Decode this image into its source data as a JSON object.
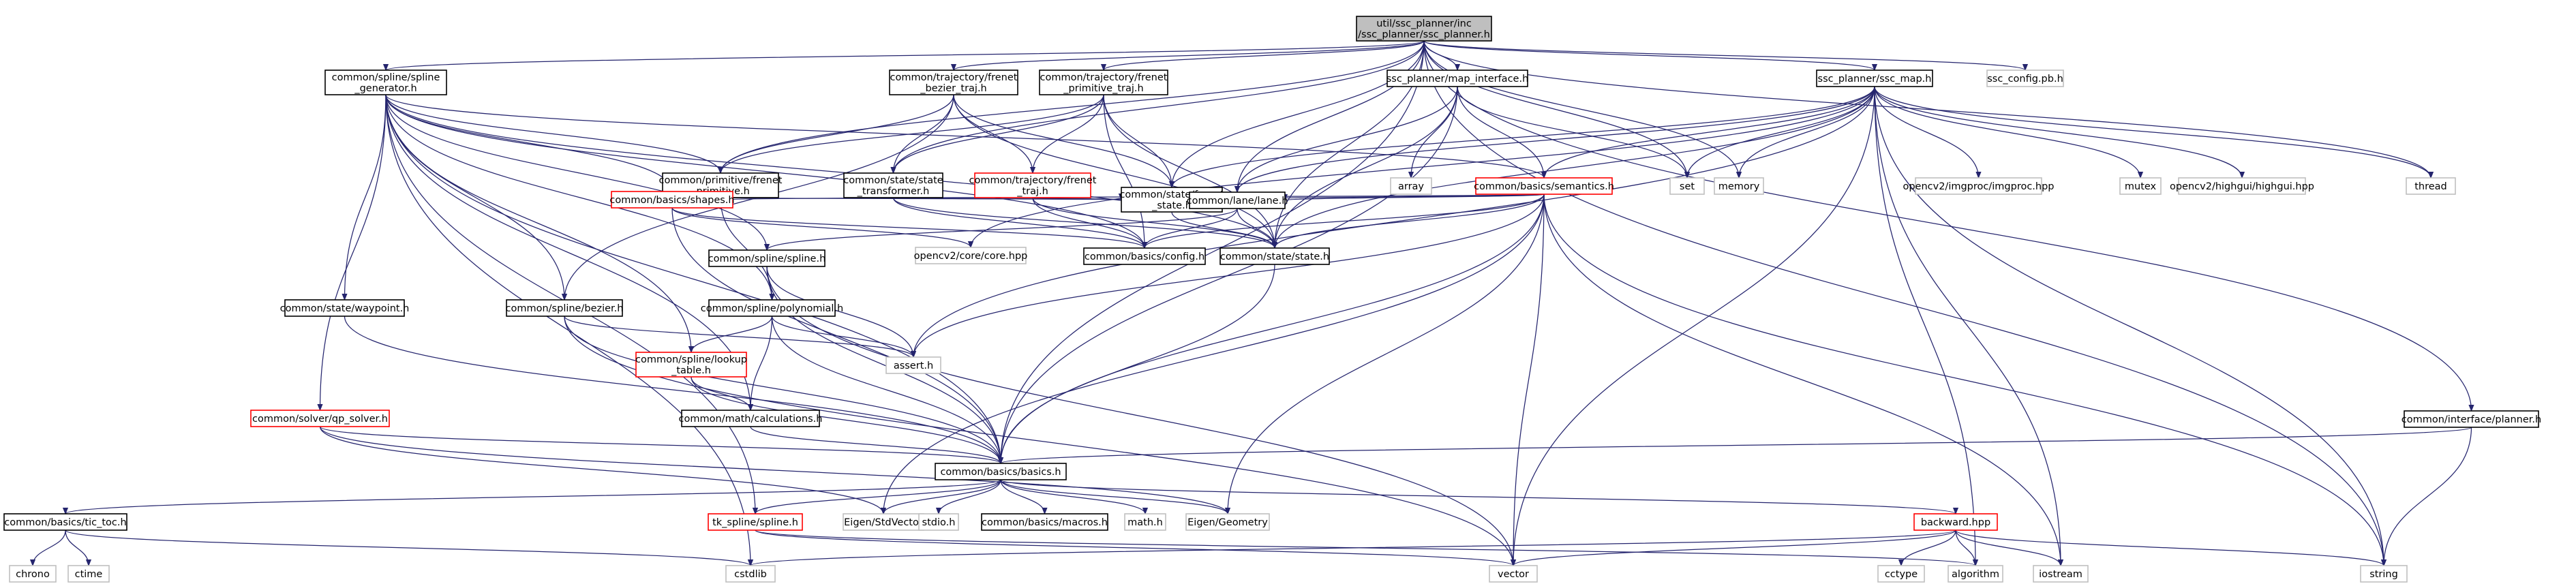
{
  "graph": {
    "root": "util/ssc_planner/inc/ssc_planner/ssc_planner.h",
    "nodes": [
      {
        "id": "root",
        "lines": [
          "util/ssc_planner/inc",
          "/ssc_planner/ssc_planner.h"
        ],
        "style": "root"
      },
      {
        "id": "spline_gen",
        "lines": [
          "common/spline/spline",
          "_generator.h"
        ],
        "style": "normal"
      },
      {
        "id": "frenet_bezier",
        "lines": [
          "common/trajectory/frenet",
          "_bezier_traj.h"
        ],
        "style": "normal"
      },
      {
        "id": "frenet_prim_traj",
        "lines": [
          "common/trajectory/frenet",
          "_primitive_traj.h"
        ],
        "style": "normal"
      },
      {
        "id": "map_interface",
        "lines": [
          "ssc_planner/map_interface.h"
        ],
        "style": "normal"
      },
      {
        "id": "ssc_map",
        "lines": [
          "ssc_planner/ssc_map.h"
        ],
        "style": "normal"
      },
      {
        "id": "ssc_config",
        "lines": [
          "ssc_config.pb.h"
        ],
        "style": "leaf"
      },
      {
        "id": "frenet_prim",
        "lines": [
          "common/primitive/frenet",
          "_primitive.h"
        ],
        "style": "normal"
      },
      {
        "id": "state_transformer",
        "lines": [
          "common/state/state",
          "_transformer.h"
        ],
        "style": "normal"
      },
      {
        "id": "frenet_traj",
        "lines": [
          "common/trajectory/frenet",
          "_traj.h"
        ],
        "style": "missing"
      },
      {
        "id": "semantics",
        "lines": [
          "common/basics/semantics.h"
        ],
        "style": "missing"
      },
      {
        "id": "array",
        "lines": [
          "array"
        ],
        "style": "leaf"
      },
      {
        "id": "set",
        "lines": [
          "set"
        ],
        "style": "leaf"
      },
      {
        "id": "memory",
        "lines": [
          "memory"
        ],
        "style": "leaf"
      },
      {
        "id": "imgproc",
        "lines": [
          "opencv2/imgproc/imgproc.hpp"
        ],
        "style": "leaf"
      },
      {
        "id": "mutex",
        "lines": [
          "mutex"
        ],
        "style": "leaf"
      },
      {
        "id": "highgui",
        "lines": [
          "opencv2/highgui/highgui.hpp"
        ],
        "style": "leaf"
      },
      {
        "id": "thread",
        "lines": [
          "thread"
        ],
        "style": "leaf"
      },
      {
        "id": "shapes",
        "lines": [
          "common/basics/shapes.h"
        ],
        "style": "missing"
      },
      {
        "id": "frenet_state",
        "lines": [
          "common/state/frenet",
          "_state.h"
        ],
        "style": "normal"
      },
      {
        "id": "lane",
        "lines": [
          "common/lane/lane.h"
        ],
        "style": "normal"
      },
      {
        "id": "spline",
        "lines": [
          "common/spline/spline.h"
        ],
        "style": "normal"
      },
      {
        "id": "opencv_core",
        "lines": [
          "opencv2/core/core.hpp"
        ],
        "style": "leaf"
      },
      {
        "id": "config",
        "lines": [
          "common/basics/config.h"
        ],
        "style": "normal"
      },
      {
        "id": "state",
        "lines": [
          "common/state/state.h"
        ],
        "style": "normal"
      },
      {
        "id": "waypoint",
        "lines": [
          "common/state/waypoint.h"
        ],
        "style": "normal"
      },
      {
        "id": "bezier",
        "lines": [
          "common/spline/bezier.h"
        ],
        "style": "normal"
      },
      {
        "id": "polynomial",
        "lines": [
          "common/spline/polynomial.h"
        ],
        "style": "normal"
      },
      {
        "id": "lookup",
        "lines": [
          "common/spline/lookup",
          "_table.h"
        ],
        "style": "missing"
      },
      {
        "id": "assert",
        "lines": [
          "assert.h"
        ],
        "style": "leaf"
      },
      {
        "id": "qp_solver",
        "lines": [
          "common/solver/qp_solver.h"
        ],
        "style": "missing"
      },
      {
        "id": "calculations",
        "lines": [
          "common/math/calculations.h"
        ],
        "style": "normal"
      },
      {
        "id": "planner",
        "lines": [
          "common/interface/planner.h"
        ],
        "style": "normal"
      },
      {
        "id": "basics",
        "lines": [
          "common/basics/basics.h"
        ],
        "style": "normal"
      },
      {
        "id": "tic_toc",
        "lines": [
          "common/basics/tic_toc.h"
        ],
        "style": "normal"
      },
      {
        "id": "tk_spline",
        "lines": [
          "tk_spline/spline.h"
        ],
        "style": "missing"
      },
      {
        "id": "eigen_stdvector",
        "lines": [
          "Eigen/StdVector"
        ],
        "style": "leaf"
      },
      {
        "id": "stdio",
        "lines": [
          "stdio.h"
        ],
        "style": "leaf"
      },
      {
        "id": "macros",
        "lines": [
          "common/basics/macros.h"
        ],
        "style": "normal"
      },
      {
        "id": "math",
        "lines": [
          "math.h"
        ],
        "style": "leaf"
      },
      {
        "id": "eigen_geometry",
        "lines": [
          "Eigen/Geometry"
        ],
        "style": "leaf"
      },
      {
        "id": "backward",
        "lines": [
          "backward.hpp"
        ],
        "style": "missing"
      },
      {
        "id": "chrono",
        "lines": [
          "chrono"
        ],
        "style": "leaf"
      },
      {
        "id": "ctime",
        "lines": [
          "ctime"
        ],
        "style": "leaf"
      },
      {
        "id": "cstdlib",
        "lines": [
          "cstdlib"
        ],
        "style": "leaf"
      },
      {
        "id": "vector",
        "lines": [
          "vector"
        ],
        "style": "leaf"
      },
      {
        "id": "cctype",
        "lines": [
          "cctype"
        ],
        "style": "leaf"
      },
      {
        "id": "algorithm",
        "lines": [
          "algorithm"
        ],
        "style": "leaf"
      },
      {
        "id": "iostream",
        "lines": [
          "iostream"
        ],
        "style": "leaf"
      },
      {
        "id": "string",
        "lines": [
          "string"
        ],
        "style": "leaf"
      }
    ],
    "edges": [
      [
        "root",
        "spline_gen"
      ],
      [
        "root",
        "frenet_bezier"
      ],
      [
        "root",
        "frenet_prim_traj"
      ],
      [
        "root",
        "map_interface"
      ],
      [
        "root",
        "ssc_map"
      ],
      [
        "root",
        "ssc_config"
      ],
      [
        "root",
        "frenet_prim"
      ],
      [
        "root",
        "state_transformer"
      ],
      [
        "root",
        "frenet_state"
      ],
      [
        "root",
        "lane"
      ],
      [
        "root",
        "state"
      ],
      [
        "root",
        "basics"
      ],
      [
        "root",
        "set"
      ],
      [
        "root",
        "memory"
      ],
      [
        "root",
        "thread"
      ],
      [
        "root",
        "string"
      ],
      [
        "root",
        "planner"
      ],
      [
        "spline_gen",
        "frenet_prim"
      ],
      [
        "spline_gen",
        "shapes"
      ],
      [
        "spline_gen",
        "spline"
      ],
      [
        "spline_gen",
        "waypoint"
      ],
      [
        "spline_gen",
        "bezier"
      ],
      [
        "spline_gen",
        "polynomial"
      ],
      [
        "spline_gen",
        "lookup"
      ],
      [
        "spline_gen",
        "qp_solver"
      ],
      [
        "spline_gen",
        "calculations"
      ],
      [
        "spline_gen",
        "basics"
      ],
      [
        "spline_gen",
        "tk_spline"
      ],
      [
        "spline_gen",
        "cstdlib"
      ],
      [
        "spline_gen",
        "semantics"
      ],
      [
        "spline_gen",
        "state"
      ],
      [
        "spline_gen",
        "config"
      ],
      [
        "frenet_bezier",
        "frenet_prim"
      ],
      [
        "frenet_bezier",
        "state_transformer"
      ],
      [
        "frenet_bezier",
        "frenet_traj"
      ],
      [
        "frenet_bezier",
        "frenet_state"
      ],
      [
        "frenet_bezier",
        "state"
      ],
      [
        "frenet_bezier",
        "bezier"
      ],
      [
        "frenet_prim_traj",
        "frenet_prim"
      ],
      [
        "frenet_prim_traj",
        "state_transformer"
      ],
      [
        "frenet_prim_traj",
        "frenet_traj"
      ],
      [
        "frenet_prim_traj",
        "frenet_state"
      ],
      [
        "frenet_prim_traj",
        "state"
      ],
      [
        "frenet_prim_traj",
        "config"
      ],
      [
        "map_interface",
        "semantics"
      ],
      [
        "map_interface",
        "array"
      ],
      [
        "map_interface",
        "set"
      ],
      [
        "map_interface",
        "lane"
      ],
      [
        "map_interface",
        "state"
      ],
      [
        "map_interface",
        "basics"
      ],
      [
        "ssc_map",
        "semantics"
      ],
      [
        "ssc_map",
        "set"
      ],
      [
        "ssc_map",
        "memory"
      ],
      [
        "ssc_map",
        "imgproc"
      ],
      [
        "ssc_map",
        "mutex"
      ],
      [
        "ssc_map",
        "highgui"
      ],
      [
        "ssc_map",
        "thread"
      ],
      [
        "ssc_map",
        "lane"
      ],
      [
        "ssc_map",
        "state"
      ],
      [
        "ssc_map",
        "frenet_state"
      ],
      [
        "ssc_map",
        "assert"
      ],
      [
        "ssc_map",
        "vector"
      ],
      [
        "ssc_map",
        "algorithm"
      ],
      [
        "ssc_map",
        "iostream"
      ],
      [
        "ssc_map",
        "string"
      ],
      [
        "ssc_map",
        "opencv_core"
      ],
      [
        "frenet_prim",
        "frenet_state"
      ],
      [
        "frenet_prim",
        "polynomial"
      ],
      [
        "state_transformer",
        "frenet_state"
      ],
      [
        "state_transformer",
        "lane"
      ],
      [
        "state_transformer",
        "state"
      ],
      [
        "state_transformer",
        "config"
      ],
      [
        "frenet_traj",
        "frenet_state"
      ],
      [
        "frenet_traj",
        "state"
      ],
      [
        "frenet_traj",
        "config"
      ],
      [
        "semantics",
        "shapes"
      ],
      [
        "semantics",
        "frenet_state"
      ],
      [
        "semantics",
        "lane"
      ],
      [
        "semantics",
        "state"
      ],
      [
        "semantics",
        "basics"
      ],
      [
        "semantics",
        "assert"
      ],
      [
        "semantics",
        "vector"
      ],
      [
        "semantics",
        "iostream"
      ],
      [
        "semantics",
        "string"
      ],
      [
        "semantics",
        "eigen_stdvector"
      ],
      [
        "semantics",
        "eigen_geometry"
      ],
      [
        "semantics",
        "config"
      ],
      [
        "shapes",
        "basics"
      ],
      [
        "shapes",
        "opencv_core"
      ],
      [
        "shapes",
        "config"
      ],
      [
        "frenet_state",
        "state"
      ],
      [
        "lane",
        "spline"
      ],
      [
        "lane",
        "config"
      ],
      [
        "lane",
        "state"
      ],
      [
        "spline",
        "polynomial"
      ],
      [
        "spline",
        "assert"
      ],
      [
        "spline",
        "basics"
      ],
      [
        "spline",
        "vector"
      ],
      [
        "state",
        "basics"
      ],
      [
        "waypoint",
        "basics"
      ],
      [
        "bezier",
        "assert"
      ],
      [
        "bezier",
        "basics"
      ],
      [
        "bezier",
        "vector"
      ],
      [
        "polynomial",
        "lookup"
      ],
      [
        "polynomial",
        "calculations"
      ],
      [
        "polynomial",
        "assert"
      ],
      [
        "polynomial",
        "basics"
      ],
      [
        "lookup",
        "calculations"
      ],
      [
        "lookup",
        "basics"
      ],
      [
        "qp_solver",
        "basics"
      ],
      [
        "qp_solver",
        "eigen_stdvector"
      ],
      [
        "qp_solver",
        "eigen_geometry"
      ],
      [
        "calculations",
        "basics"
      ],
      [
        "planner",
        "basics"
      ],
      [
        "planner",
        "string"
      ],
      [
        "basics",
        "tic_toc"
      ],
      [
        "basics",
        "tk_spline"
      ],
      [
        "basics",
        "eigen_stdvector"
      ],
      [
        "basics",
        "stdio"
      ],
      [
        "basics",
        "macros"
      ],
      [
        "basics",
        "math"
      ],
      [
        "basics",
        "eigen_geometry"
      ],
      [
        "basics",
        "backward"
      ],
      [
        "tic_toc",
        "chrono"
      ],
      [
        "tic_toc",
        "ctime"
      ],
      [
        "tic_toc",
        "cstdlib"
      ],
      [
        "tk_spline",
        "vector"
      ],
      [
        "tk_spline",
        "algorithm"
      ],
      [
        "backward",
        "cstdlib"
      ],
      [
        "backward",
        "vector"
      ],
      [
        "backward",
        "cctype"
      ],
      [
        "backward",
        "algorithm"
      ],
      [
        "backward",
        "iostream"
      ],
      [
        "backward",
        "string"
      ]
    ],
    "colors": {
      "edge": "#25256e",
      "normal_border": "#000000",
      "normal_fill": "#ffffff",
      "missing_border": "#ff0000",
      "leaf_border": "#bfbfbf",
      "leaf_text": "#000000",
      "root_fill": "#bfbfbf",
      "root_border": "#000000"
    }
  }
}
